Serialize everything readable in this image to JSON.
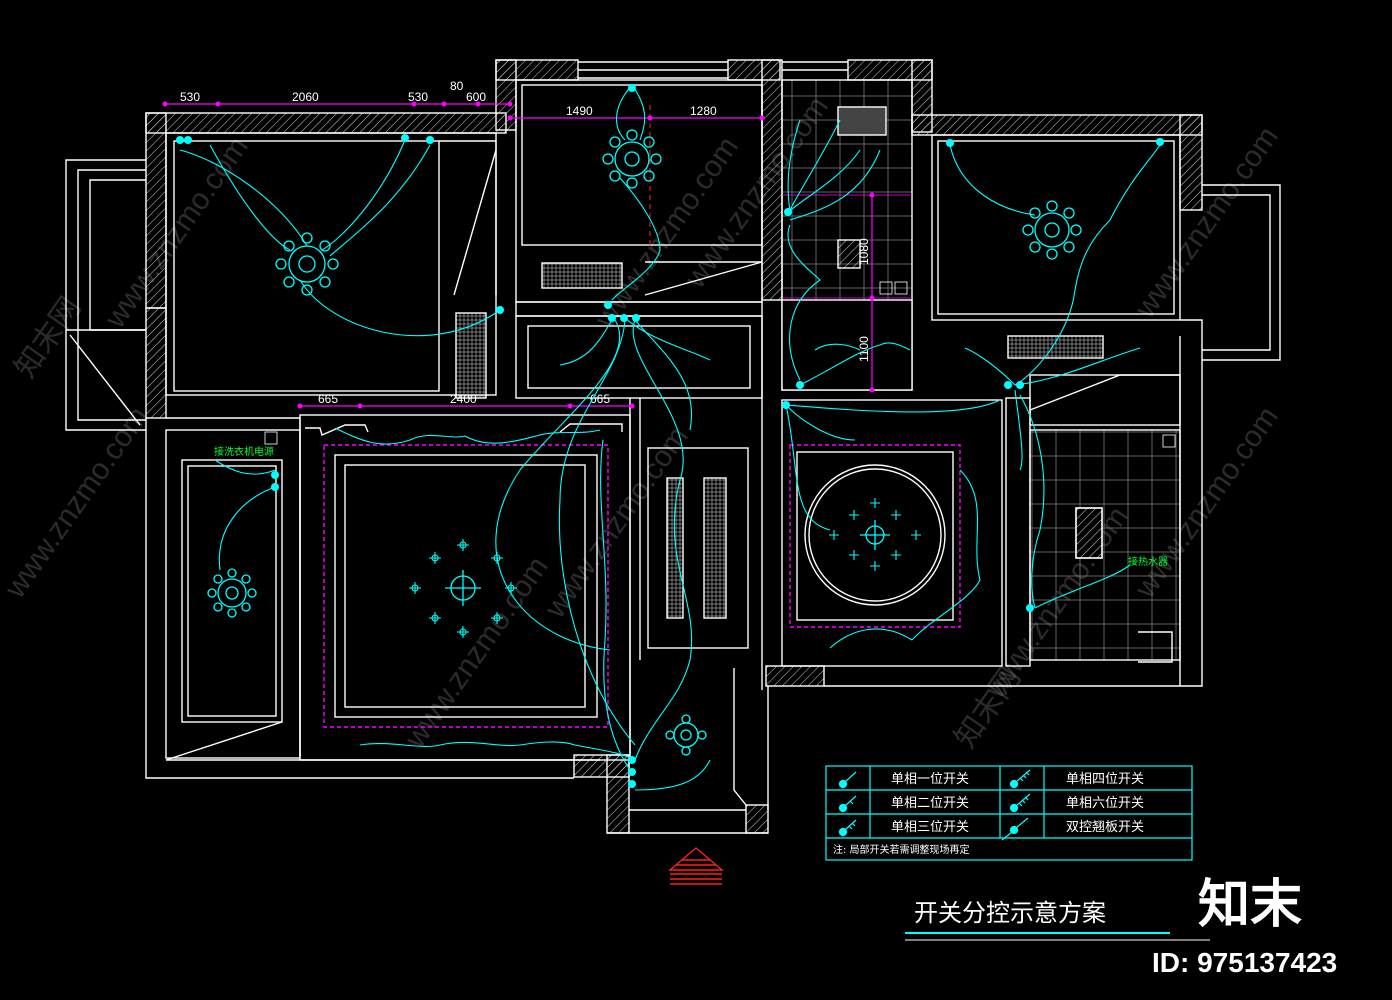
{
  "dimensions": {
    "top_left": [
      "530",
      "2060",
      "530",
      "80",
      "600"
    ],
    "top_mid": [
      "1490",
      "1280"
    ],
    "middle": [
      "665",
      "2400",
      "665"
    ],
    "vertical": [
      "1080",
      "1100"
    ]
  },
  "labels": {
    "laundry": "接洗衣机电源",
    "water_heater": "接热水器"
  },
  "legend": {
    "rows": [
      {
        "left": "单相一位开关",
        "right": "单相四位开关"
      },
      {
        "left": "单相二位开关",
        "right": "单相六位开关"
      },
      {
        "left": "单相三位开关",
        "right": "双控翘板开关"
      }
    ],
    "note": "注: 局部开关若需调整现场再定"
  },
  "title": "开关分控示意方案",
  "brand": "知末",
  "id_text": "ID: 975137423",
  "watermark": "www.znzmo.com",
  "watermark_cn": "知末网",
  "colors": {
    "wall": "#ffffff",
    "wire": "#00ffff",
    "dim": "#ff00ff",
    "label": "#00ff33",
    "arrow": "#ff2020"
  }
}
